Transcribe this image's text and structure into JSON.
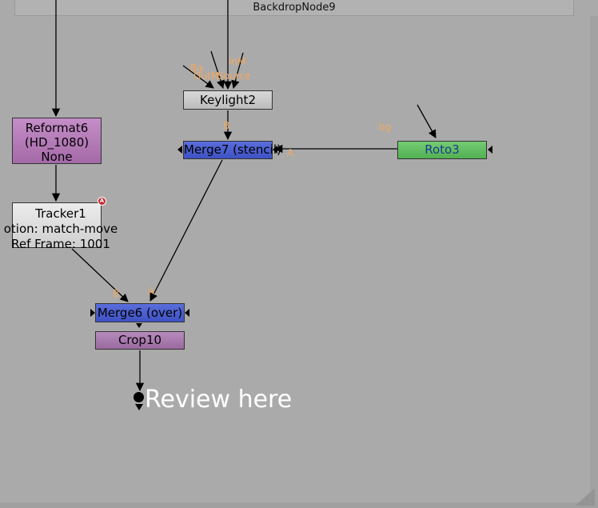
{
  "backdrop": {
    "title": "BackdropNode9"
  },
  "nodes": {
    "keylight": {
      "label": "Keylight2"
    },
    "merge7": {
      "label": "Merge7 (stencil)"
    },
    "roto": {
      "label": "Roto3"
    },
    "reformat": {
      "line1": "Reformat6",
      "line2": "(HD_1080)",
      "line3": "None"
    },
    "tracker": {
      "line1": "Tracker1",
      "line2": "otion: match-move",
      "line3": "Ref Frame: 1001",
      "badge": "A"
    },
    "merge6": {
      "label": "Merge6 (over)"
    },
    "crop": {
      "label": "Crop10"
    }
  },
  "input_labels": {
    "keylight_bg": "Bg",
    "keylight_outm": "OutM",
    "keylight_inm": "InM",
    "keylight_source": "Source",
    "merge7_b": "B",
    "merge7_a": "A",
    "roto_bg": "bg",
    "merge6_b": "B",
    "merge6_a": "A"
  },
  "dot": {
    "label": "Review here"
  },
  "colors": {
    "background": "#aaaaaa",
    "merge": "#4a5dd0",
    "roto": "#5fbd5f",
    "reformat": "#b37cb7",
    "crop": "#a97aae",
    "input_label": "#f0a860"
  }
}
